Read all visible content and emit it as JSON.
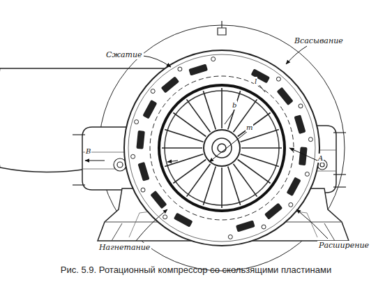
{
  "diagram": {
    "caption": "Рис. 5.9. Ротационный компрессор со скользящими пластинами",
    "labels": [
      "Сжатие",
      "Всасывание",
      "B",
      "b",
      "l",
      "m",
      "A",
      "Нагнетание",
      "Расширение"
    ]
  }
}
